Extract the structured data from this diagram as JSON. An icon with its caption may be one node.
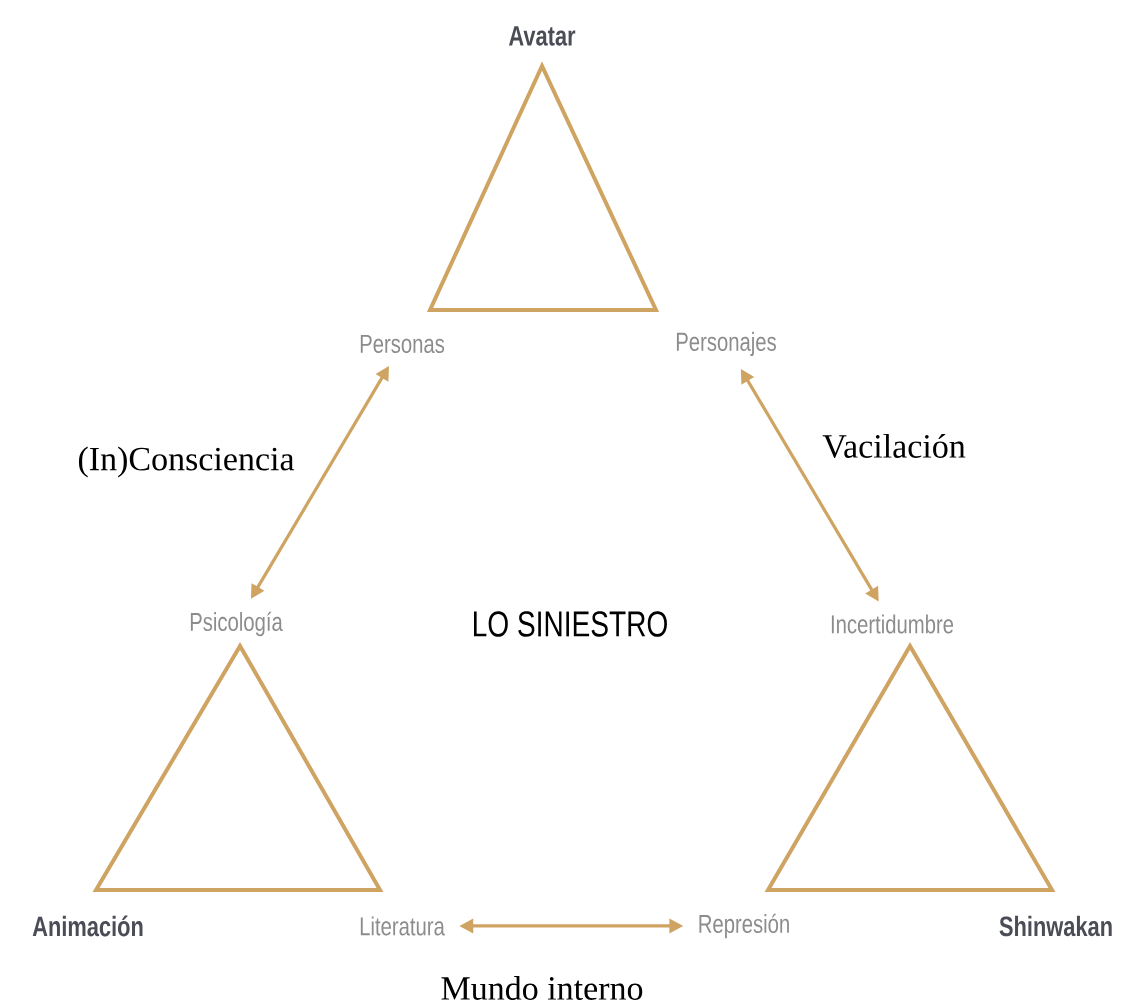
{
  "diagram": {
    "nodes": [
      {
        "text": [
          "Personas"
        ]
      },
      {
        "text": [
          "Personajes"
        ]
      },
      {
        "text": [
          "Psicología"
        ]
      },
      {
        "text": [
          "Incertidumbre"
        ]
      },
      {
        "text": [
          "Literatura"
        ]
      },
      {
        "text": [
          "Represión"
        ]
      }
    ],
    "edges": [
      {
        "from": 0,
        "to": 2,
        "arrow": "both",
        "label": "(In)Consciencia"
      },
      {
        "from": 1,
        "to": 3,
        "arrow": "both",
        "label": "Vacilación"
      },
      {
        "from": 4,
        "to": 5,
        "arrow": "both",
        "label": "Mundo interno"
      }
    ],
    "labels": [
      "Avatar",
      "LO SINIESTRO",
      "Animación",
      "Shinwakan"
    ]
  }
}
